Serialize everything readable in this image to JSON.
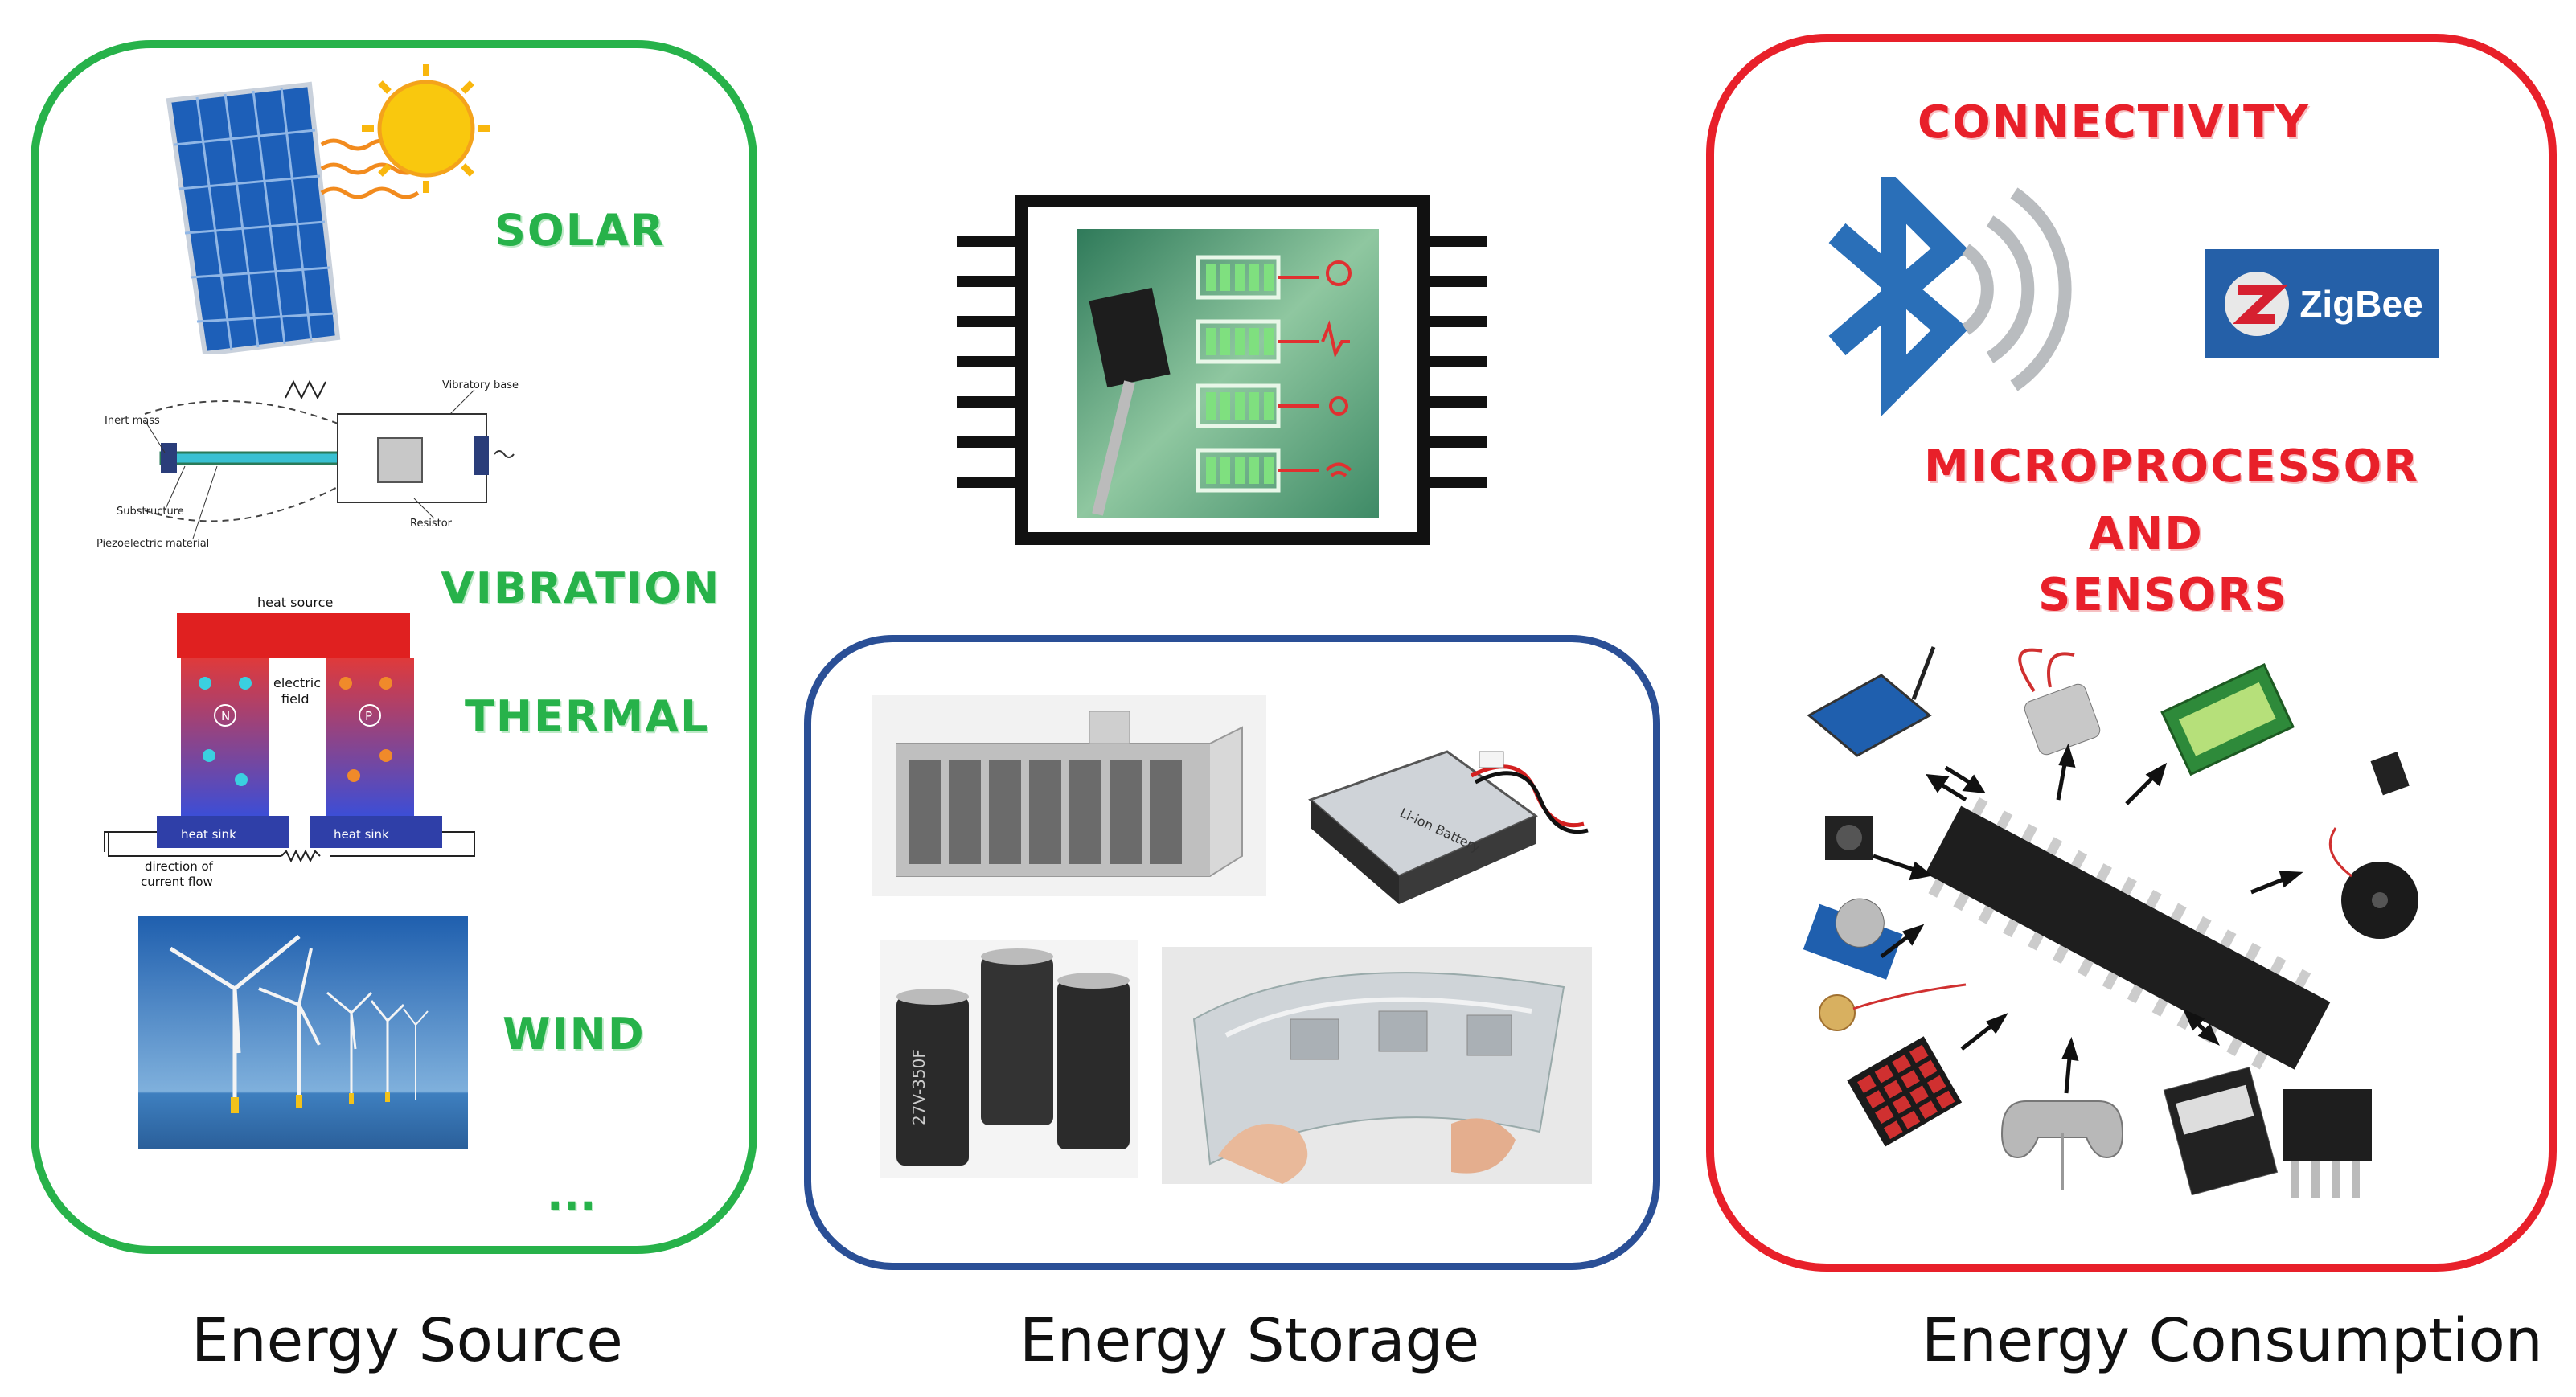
{
  "source": {
    "labels": [
      "SOLAR",
      "VIBRATION",
      "THERMAL",
      "WIND",
      "..."
    ],
    "vibration_parts": [
      "Inert mass",
      "Vibratory base",
      "Substructure",
      "Piezoelectric material",
      "Resistor"
    ],
    "thermal_parts": [
      "heat source",
      "electric field",
      "heat sink",
      "heat sink",
      "direction of current flow"
    ],
    "caption": "Energy Source"
  },
  "storage": {
    "caption": "Energy Storage",
    "battery_text": "Li-ion Battery",
    "cap_text": "27V-350F"
  },
  "consumption": {
    "labels": [
      "CONNECTIVITY",
      "MICROPROCESSOR",
      "AND",
      "SENSORS"
    ],
    "zigbee": "ZigBee",
    "caption": "Energy Consumption"
  },
  "colors": {
    "source_border": "#27b24a",
    "storage_border": "#2a4f96",
    "consumption_border": "#e8202a",
    "bluetooth": "#2a6fb8",
    "zigbee_bg": "#2560a8"
  }
}
